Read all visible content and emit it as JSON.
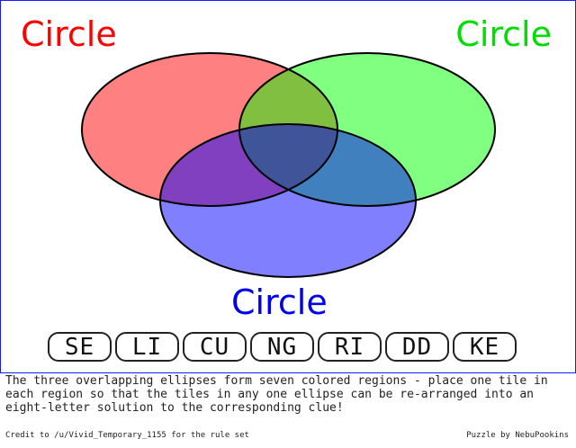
{
  "circles": [
    {
      "key": "red",
      "label": "Circle",
      "color": "#ff0000"
    },
    {
      "key": "green",
      "label": "Circle",
      "color": "#00dd00"
    },
    {
      "key": "blue",
      "label": "Circle",
      "color": "#0000ee"
    }
  ],
  "colors": {
    "red_fill": "#ff8080",
    "green_fill": "#80ff80",
    "blue_fill": "#8080ff",
    "red_green": "#80bf40",
    "red_blue": "#8040bf",
    "green_blue": "#4080bf",
    "center": "#405599",
    "outline": "#000000"
  },
  "tiles": [
    "SE",
    "LI",
    "CU",
    "NG",
    "RI",
    "DD",
    "KE"
  ],
  "instructions": "The three overlapping ellipses form seven colored regions - place one tile in each region so that the tiles in any one ellipse can be re-arranged into an eight-letter solution to the corresponding clue!",
  "credit": "Credit to /u/Vivid_Temporary_1155 for the rule set",
  "byline": "Puzzle by NebuPookins"
}
